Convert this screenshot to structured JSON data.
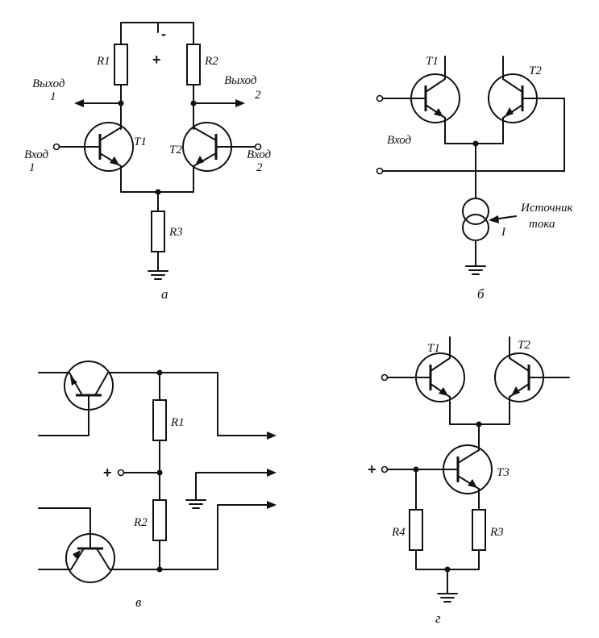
{
  "diagram_a": {
    "caption": "а",
    "r1": "R1",
    "r2": "R2",
    "r3": "R3",
    "t1": "T1",
    "t2": "T2",
    "output1_word": "Выход",
    "output1_num": "1",
    "output2_word": "Выход",
    "output2_num": "2",
    "input1_word": "Вход",
    "input1_num": "1",
    "input2_word": "Вход",
    "input2_num": "2",
    "supply_minus": "-",
    "supply_plus": "+"
  },
  "diagram_b": {
    "caption": "б",
    "t1": "T1",
    "t2": "T2",
    "input_label": "Вход",
    "source_line1": "Источник",
    "source_line2": "тока",
    "current_label": "I"
  },
  "diagram_v": {
    "caption": "в",
    "r1": "R1",
    "r2": "R2",
    "plus": "+"
  },
  "diagram_g": {
    "caption": "г",
    "t1": "T1",
    "t2": "T2",
    "t3": "T3",
    "r3": "R3",
    "r4": "R4",
    "plus": "+"
  }
}
